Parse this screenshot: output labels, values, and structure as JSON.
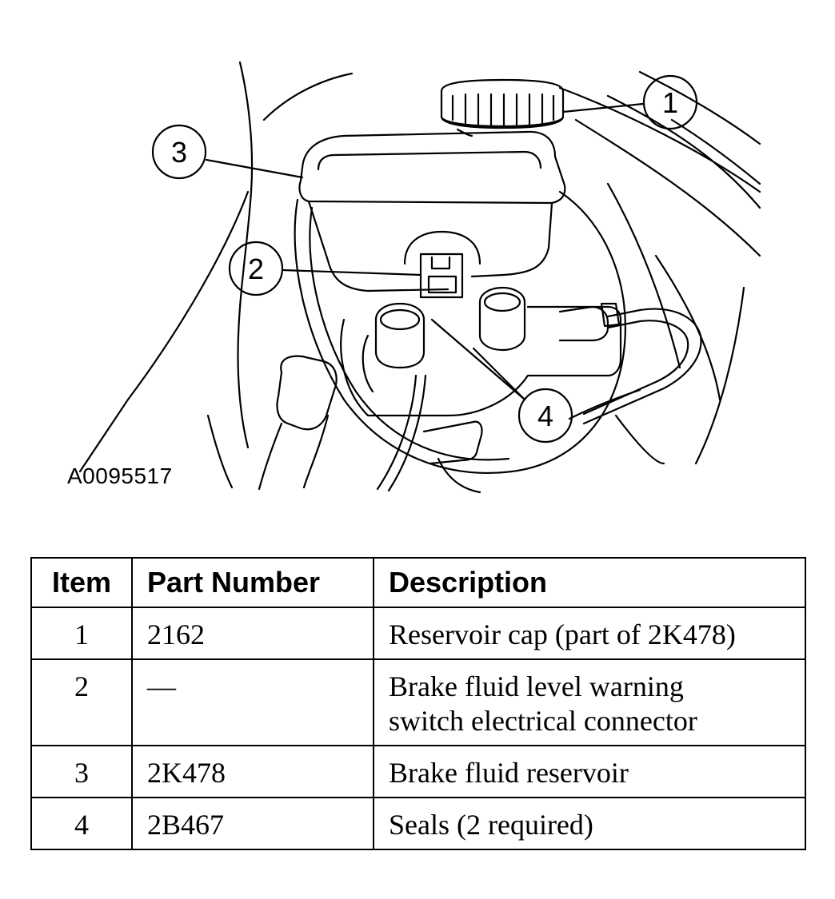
{
  "figure_id": "A0095517",
  "callouts": [
    "1",
    "2",
    "3",
    "4"
  ],
  "table": {
    "headers": [
      "Item",
      "Part Number",
      "Description"
    ],
    "rows": [
      {
        "item": "1",
        "part": "2162",
        "desc": [
          "Reservoir cap (part of 2K478)"
        ]
      },
      {
        "item": "2",
        "part": "—",
        "desc": [
          "Brake fluid level warning",
          "switch electrical connector"
        ]
      },
      {
        "item": "3",
        "part": "2K478",
        "desc": [
          "Brake fluid reservoir"
        ]
      },
      {
        "item": "4",
        "part": "2B467",
        "desc": [
          "Seals (2 required)"
        ]
      }
    ]
  }
}
